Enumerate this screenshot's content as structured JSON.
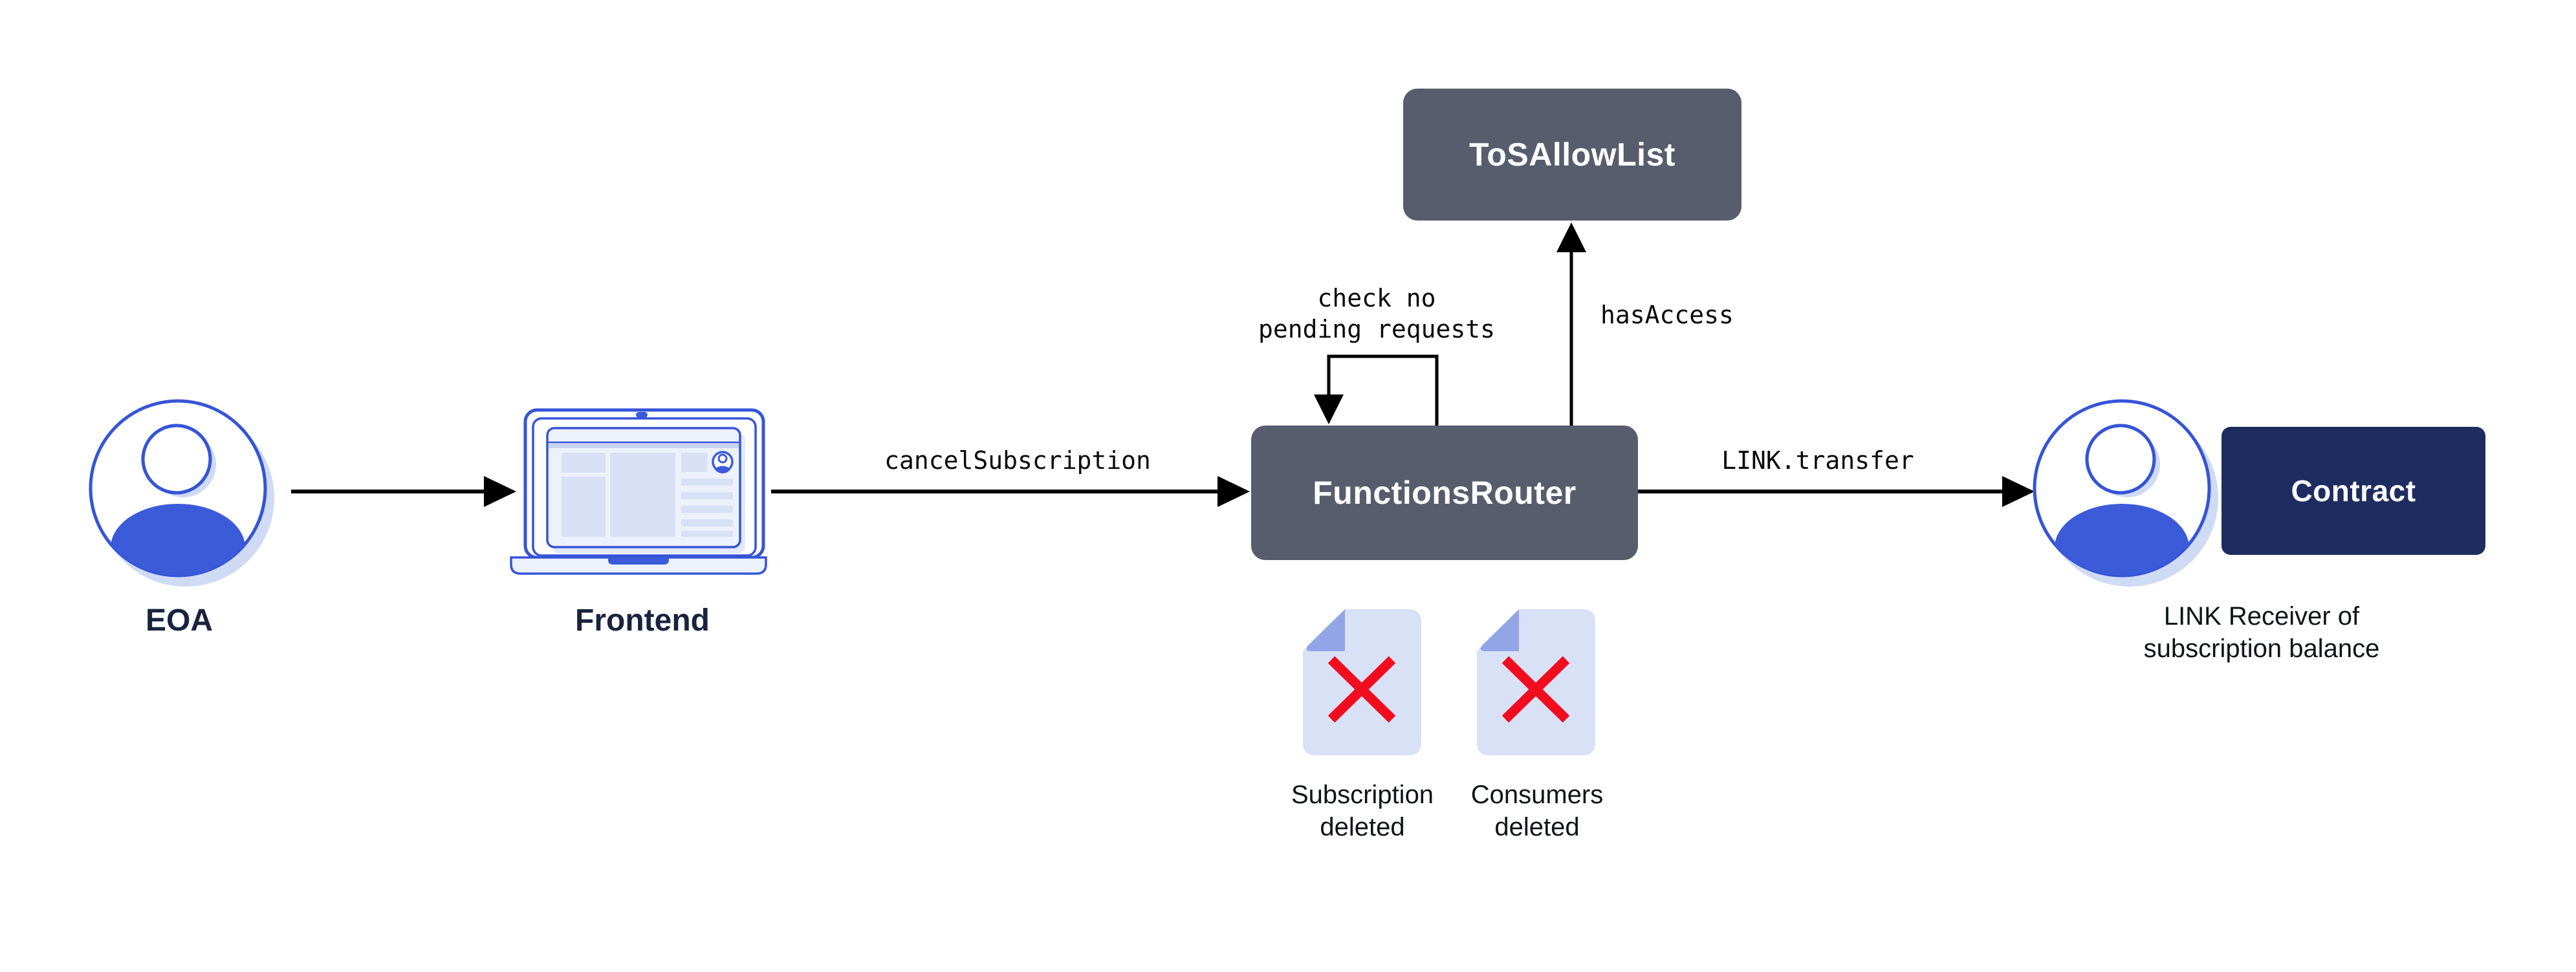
{
  "diagram": {
    "background": "#ffffff",
    "colors": {
      "node_fill_slate": "#575D6C",
      "node_fill_navy": "#1F2C5F",
      "node_title_text": "#ffffff",
      "accent_blue": "#3B5BD9",
      "stroke_blue": "#3554D8",
      "shadow_light_blue": "#CFDAF5",
      "panel_light_fill": "#D8E0F6",
      "doc_fill": "#D9E1F7",
      "doc_fold": "#92A5E6",
      "error_red": "#F20D1E",
      "arrow_black": "#000000",
      "label_navy": "#19233E",
      "caption_black": "#101318"
    },
    "icons": {
      "eoa": "user-avatar-icon",
      "frontend": "laptop-icon",
      "receiver": "user-avatar-icon",
      "deleted_docs": "document-with-red-x-icon"
    },
    "nodes": {
      "eoa": {
        "label": "EOA"
      },
      "frontend": {
        "label": "Frontend"
      },
      "tos_allow_list": {
        "title": "ToSAllowList"
      },
      "functions_router": {
        "title": "FunctionsRouter"
      },
      "contract": {
        "title": "Contract"
      },
      "link_receiver": {
        "caption_line1": "LINK Receiver of",
        "caption_line2": "subscription balance"
      },
      "subscription_deleted": {
        "line1": "Subscription",
        "line2": "deleted"
      },
      "consumers_deleted": {
        "line1": "Consumers",
        "line2": "deleted"
      }
    },
    "edges": {
      "cancel_subscription": {
        "label": "cancelSubscription"
      },
      "has_access": {
        "label": "hasAccess"
      },
      "link_transfer": {
        "label": "LINK.transfer"
      },
      "check_no_pending": {
        "line1": "check no",
        "line2": "pending requests"
      }
    }
  }
}
